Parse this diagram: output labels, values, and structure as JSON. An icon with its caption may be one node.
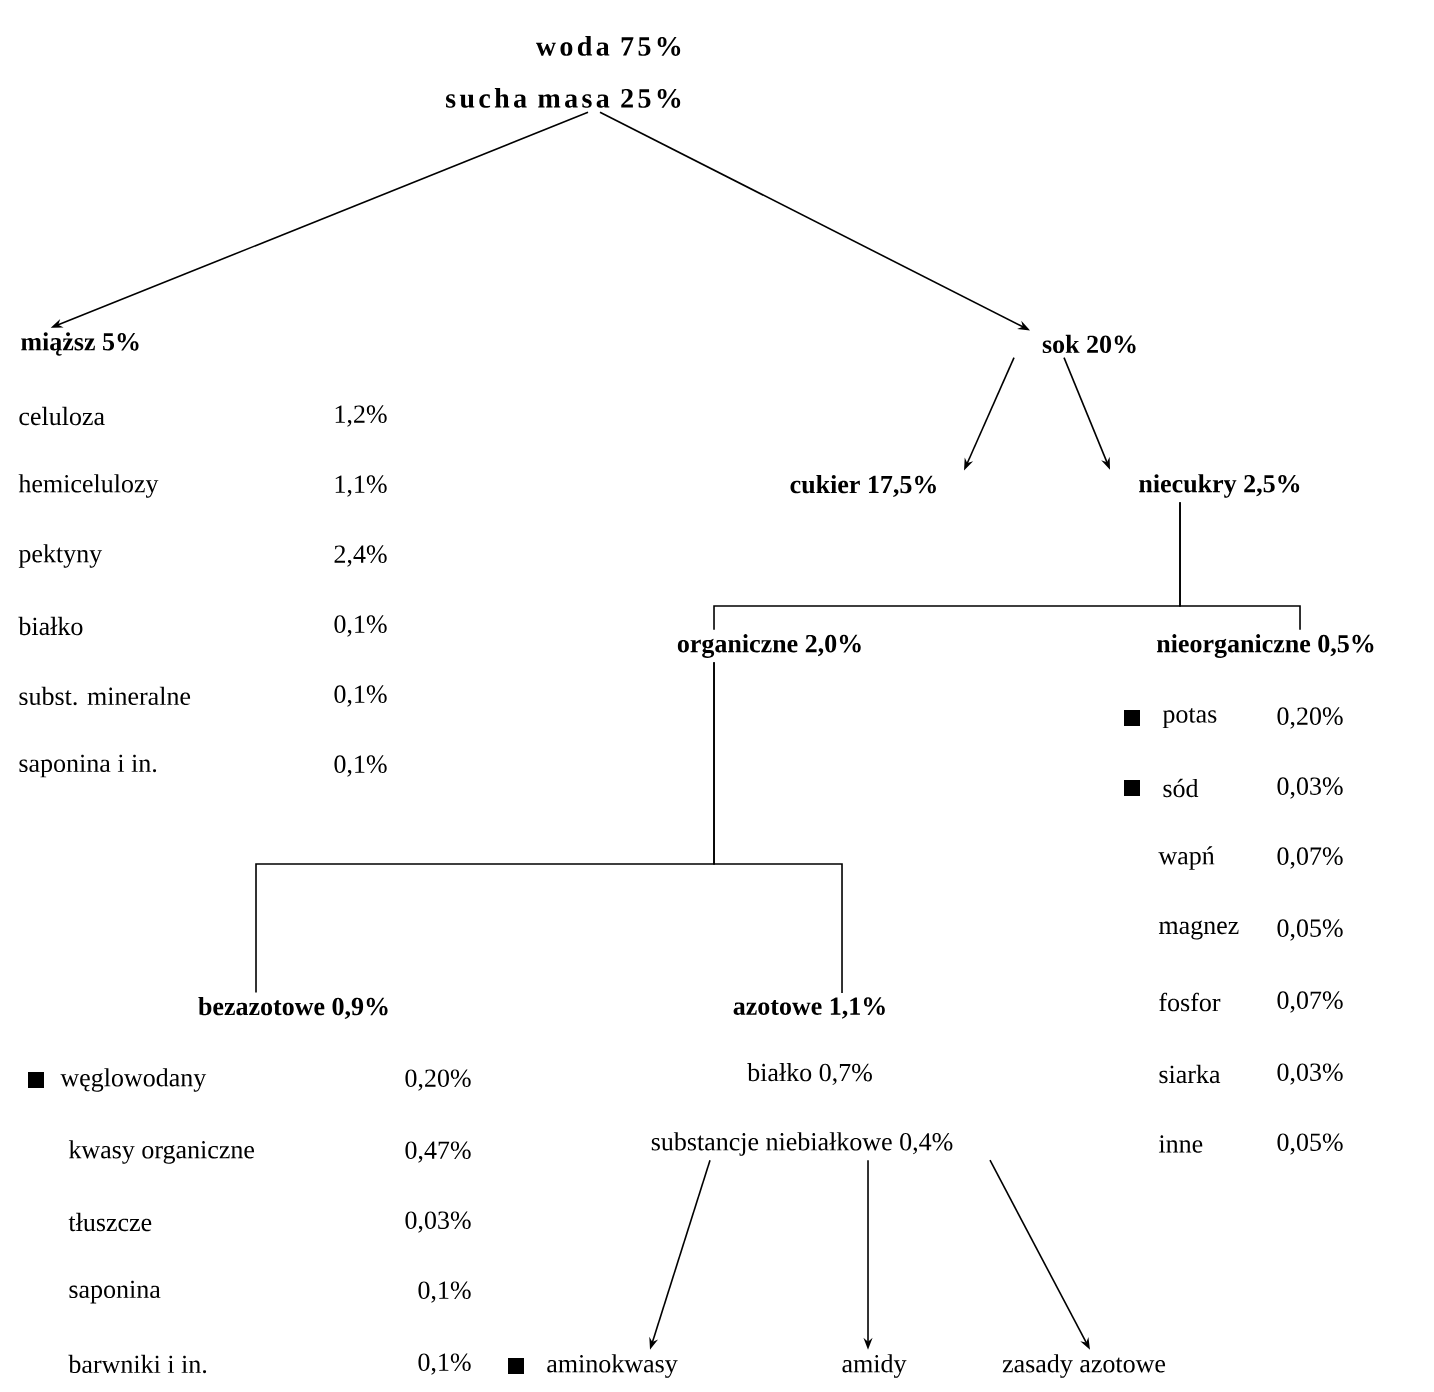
{
  "diagram": {
    "nodes": [
      {
        "text": [
          "woda 75%",
          "sucha masa 25%"
        ]
      },
      {
        "text": [
          "miąższ 5%"
        ]
      },
      {
        "text": [
          "sok 20%"
        ]
      },
      {
        "text": [
          "cukier 17,5%"
        ]
      },
      {
        "text": [
          "niecukry 2,5%"
        ]
      },
      {
        "text": [
          "organiczne 2,0%"
        ]
      },
      {
        "text": [
          "nieorganiczne 0,5%"
        ]
      },
      {
        "text": [
          "bezazotowe 0,9%"
        ]
      },
      {
        "text": [
          "azotowe 1,1%"
        ]
      },
      {
        "text": [
          "substancje niebiałkowe 0,4%"
        ]
      },
      {
        "text": [
          "aminokwasy"
        ]
      },
      {
        "text": [
          "amidy"
        ]
      },
      {
        "text": [
          "zasady azotowe"
        ]
      }
    ],
    "edges": [
      {
        "from": 0,
        "to": 1,
        "arrow": "to"
      },
      {
        "from": 0,
        "to": 2,
        "arrow": "to"
      },
      {
        "from": 2,
        "to": 3,
        "arrow": "to"
      },
      {
        "from": 2,
        "to": 4,
        "arrow": "to"
      },
      {
        "from": 4,
        "to": 5,
        "arrow": "none"
      },
      {
        "from": 4,
        "to": 6,
        "arrow": "none"
      },
      {
        "from": 5,
        "to": 7,
        "arrow": "none"
      },
      {
        "from": 5,
        "to": 8,
        "arrow": "none"
      },
      {
        "from": 9,
        "to": 10,
        "arrow": "to"
      },
      {
        "from": 9,
        "to": 11,
        "arrow": "to"
      },
      {
        "from": 9,
        "to": 12,
        "arrow": "to"
      }
    ],
    "labels": [
      "celuloza",
      "1,2%",
      "hemicelulozy",
      "1,1%",
      "pektyny",
      "2,4%",
      "białko",
      "0,1%",
      "subst. mineralne",
      "0,1%",
      "saponina i in.",
      "0,1%",
      "potas",
      "0,20%",
      "sód",
      "0,03%",
      "wapń",
      "0,07%",
      "magnez",
      "0,05%",
      "fosfor",
      "0,07%",
      "siarka",
      "0,03%",
      "inne",
      "0,05%",
      "węglowodany",
      "0,20%",
      "kwasy organiczne",
      "0,47%",
      "tłuszcze",
      "0,03%",
      "saponina",
      "0,1%",
      "barwniki i in.",
      "0,1%",
      "białko 0,7%"
    ]
  }
}
